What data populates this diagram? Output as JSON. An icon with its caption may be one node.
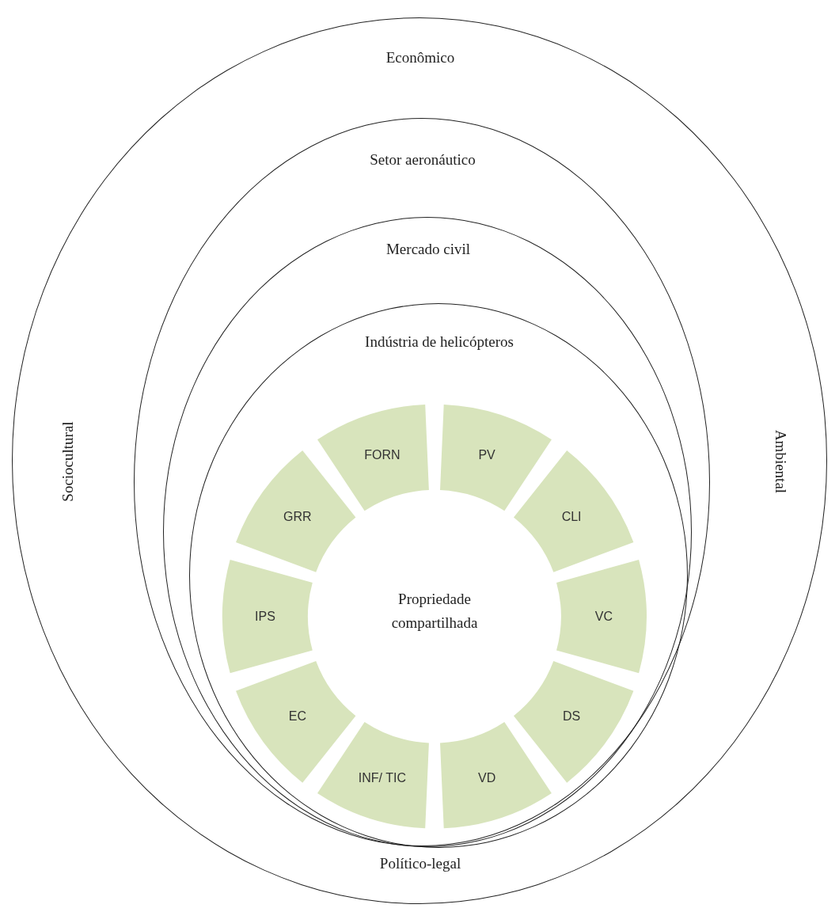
{
  "diagram": {
    "nodes": [
      {
        "text": [
          "Econômico",
          "Sociocultural",
          "Ambiental",
          "Político-legal"
        ]
      },
      {
        "text": [
          "Setor aeronáutico"
        ],
        "in": 0
      },
      {
        "text": [
          "Mercado civil"
        ],
        "in": 1
      },
      {
        "text": [
          "Indústria de helicópteros",
          "Propriedade compartilhada"
        ],
        "in": 2
      },
      {
        "text": [
          "FORN"
        ],
        "in": 3
      },
      {
        "text": [
          "PV"
        ],
        "in": 3
      },
      {
        "text": [
          "GRR"
        ],
        "in": 3
      },
      {
        "text": [
          "CLI"
        ],
        "in": 3
      },
      {
        "text": [
          "IPS"
        ],
        "in": 3
      },
      {
        "text": [
          "VC"
        ],
        "in": 3
      },
      {
        "text": [
          "EC"
        ],
        "in": 3
      },
      {
        "text": [
          "DS"
        ],
        "in": 3
      },
      {
        "text": [
          "INF/ TIC"
        ],
        "in": 3
      },
      {
        "text": [
          "VD"
        ],
        "in": 3
      }
    ]
  }
}
